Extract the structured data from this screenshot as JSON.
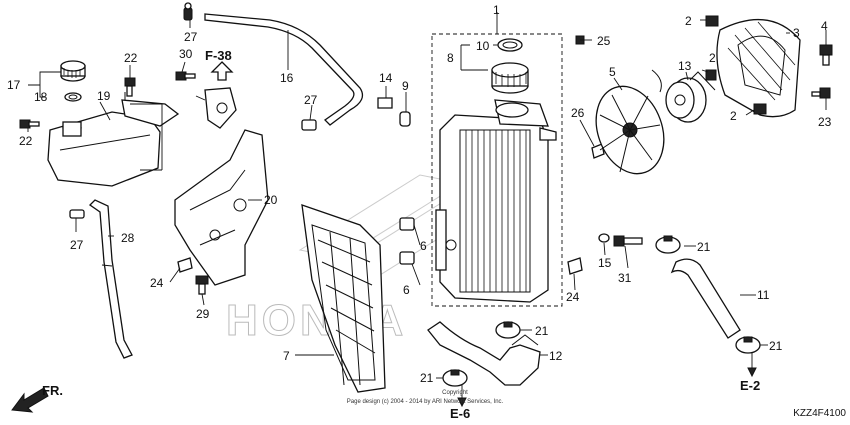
{
  "callouts": {
    "c1": "1",
    "c2a": "2",
    "c2b": "2",
    "c2c": "2",
    "c3": "3",
    "c4": "4",
    "c5": "5",
    "c6a": "6",
    "c6b": "6",
    "c7": "7",
    "c8": "8",
    "c9": "9",
    "c10": "10",
    "c11": "11",
    "c12": "12",
    "c13": "13",
    "c14": "14",
    "c15": "15",
    "c16": "16",
    "c17": "17",
    "c18": "18",
    "c19": "19",
    "c20": "20",
    "c21a": "21",
    "c21b": "21",
    "c21c": "21",
    "c21d": "21",
    "c22a": "22",
    "c22b": "22",
    "c23": "23",
    "c24a": "24",
    "c24b": "24",
    "c25": "25",
    "c26": "26",
    "c27a": "27",
    "c27b": "27",
    "c27c": "27",
    "c28": "28",
    "c29": "29",
    "c30": "30",
    "c31": "31"
  },
  "refs": {
    "f38": "F-38",
    "e2": "E-2",
    "e6": "E-6",
    "front": "FR."
  },
  "watermark": "HONDA",
  "copyright": {
    "line1": "Copyright",
    "line2": "Page design (c) 2004 - 2014 by ARI Network Services, Inc."
  },
  "diagram_code": "KZZ4F4100"
}
